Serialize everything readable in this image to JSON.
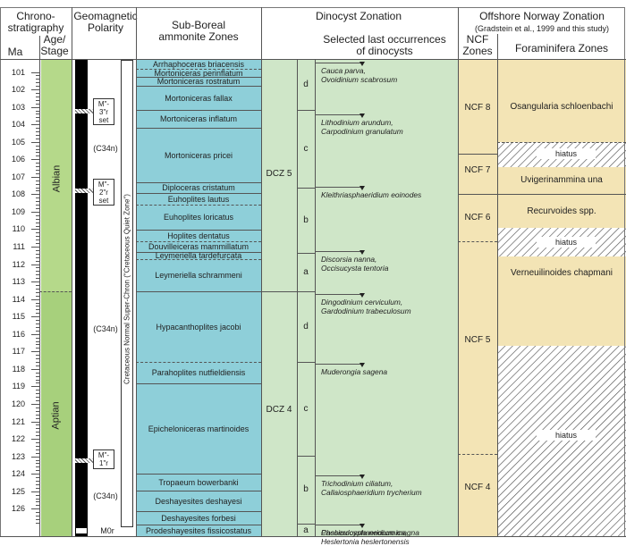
{
  "headers": {
    "chrono": "Chrono-\nstratigraphy",
    "age_stage": "Age/\nStage",
    "ma": "Ma",
    "geomag": "Geomagnetic\nPolarity",
    "ammonite": "Sub-Boreal\nammonite Zones",
    "dinocyst": "Dinocyst Zonation",
    "selected": "Selected last occurrences\nof dinocysts",
    "offshore": "Offshore Norway Zonation",
    "offshore_sub": "(Gradstein et al., 1999 and this study)",
    "ncf": "NCF\nZones",
    "foram": "Foraminifera Zones"
  },
  "ma_ticks": [
    "101",
    "102",
    "103",
    "104",
    "105",
    "106",
    "107",
    "108",
    "109",
    "110",
    "111",
    "112",
    "113",
    "114",
    "115",
    "116",
    "117",
    "118",
    "119",
    "120",
    "121",
    "122",
    "123",
    "124",
    "125",
    "126"
  ],
  "stages": [
    "Albian",
    "Aptian"
  ],
  "polarity": {
    "chron_label": "Cretaceous Normal Super-Chron (\"Cretaceous Quiet Zone\")",
    "c34n": [
      "(C34n)",
      "(C34n)",
      "(C34n)"
    ],
    "boxes": [
      "M\"-\n3\"r\nset",
      "M\"-\n2\"r\nset",
      "M\"-\n1\"r"
    ],
    "m0r": "M0r"
  },
  "ammonites": [
    "Arrhaphoceras briacensis",
    "Mortoniceras perinflatum",
    "Mortoniceras rostratum",
    "Mortoniceras fallax",
    "Mortoniceras inflatum",
    "Mortoniceras pricei",
    "Diploceras cristatum",
    "Euhoplites lautus",
    "Euhoplites loricatus",
    "Hoplites dentatus",
    "Douvilleiceras mammillatum",
    "Leymeriella tardefurcata",
    "Leymeriella schrammeni",
    "Hypacanthoplites jacobi",
    "Parahoplites nutfieldiensis",
    "Epicheloniceras martinoides",
    "Tropaeum bowerbanki",
    "Deshayesites deshayesi",
    "Deshayesites forbesi",
    "Prodeshayesites fissicostatus"
  ],
  "dcz": [
    "DCZ 5",
    "DCZ 4"
  ],
  "subzones": [
    "d",
    "c",
    "b",
    "a",
    "d",
    "c",
    "b",
    "a"
  ],
  "last_occurrences": [
    "Cauca parva,\nOvoidinium scabrosum",
    "Lithodinium arundum,\nCarpodinium granulatum",
    "Kleithriasphaeridium eoinodes",
    "Discorsia nanna,\nOccisucysta tentoria",
    "Dingodinium cerviculum,\nGardodinium trabeculosum",
    "Muderongia sagena",
    "Trichodinium ciliatum,\nCallaiosphaeridium trycherium",
    "Phoberocysta neocomica,\nHeslertonia heslertonensis",
    "Cassiculosphaeridium magna"
  ],
  "ncf": [
    "NCF 8",
    "NCF 7",
    "NCF 6",
    "NCF 5",
    "NCF 4"
  ],
  "forams": {
    "osangularia": "Osangularia schloenbachi",
    "hiatus": "hiatus",
    "uvigerinammina": "Uvigerinammina una",
    "recurvoides": "Recurvoides spp.",
    "verneuilinoides": "Verneuilinoides chapmani"
  },
  "colors": {
    "albian_green": "#b5d98a",
    "aptian_green": "#a7d07c",
    "ammonite_blue": "#8ecfd9",
    "dino_green": "#cfe6c8",
    "ncf_tan": "#f3e4b5",
    "line": "#555555"
  }
}
